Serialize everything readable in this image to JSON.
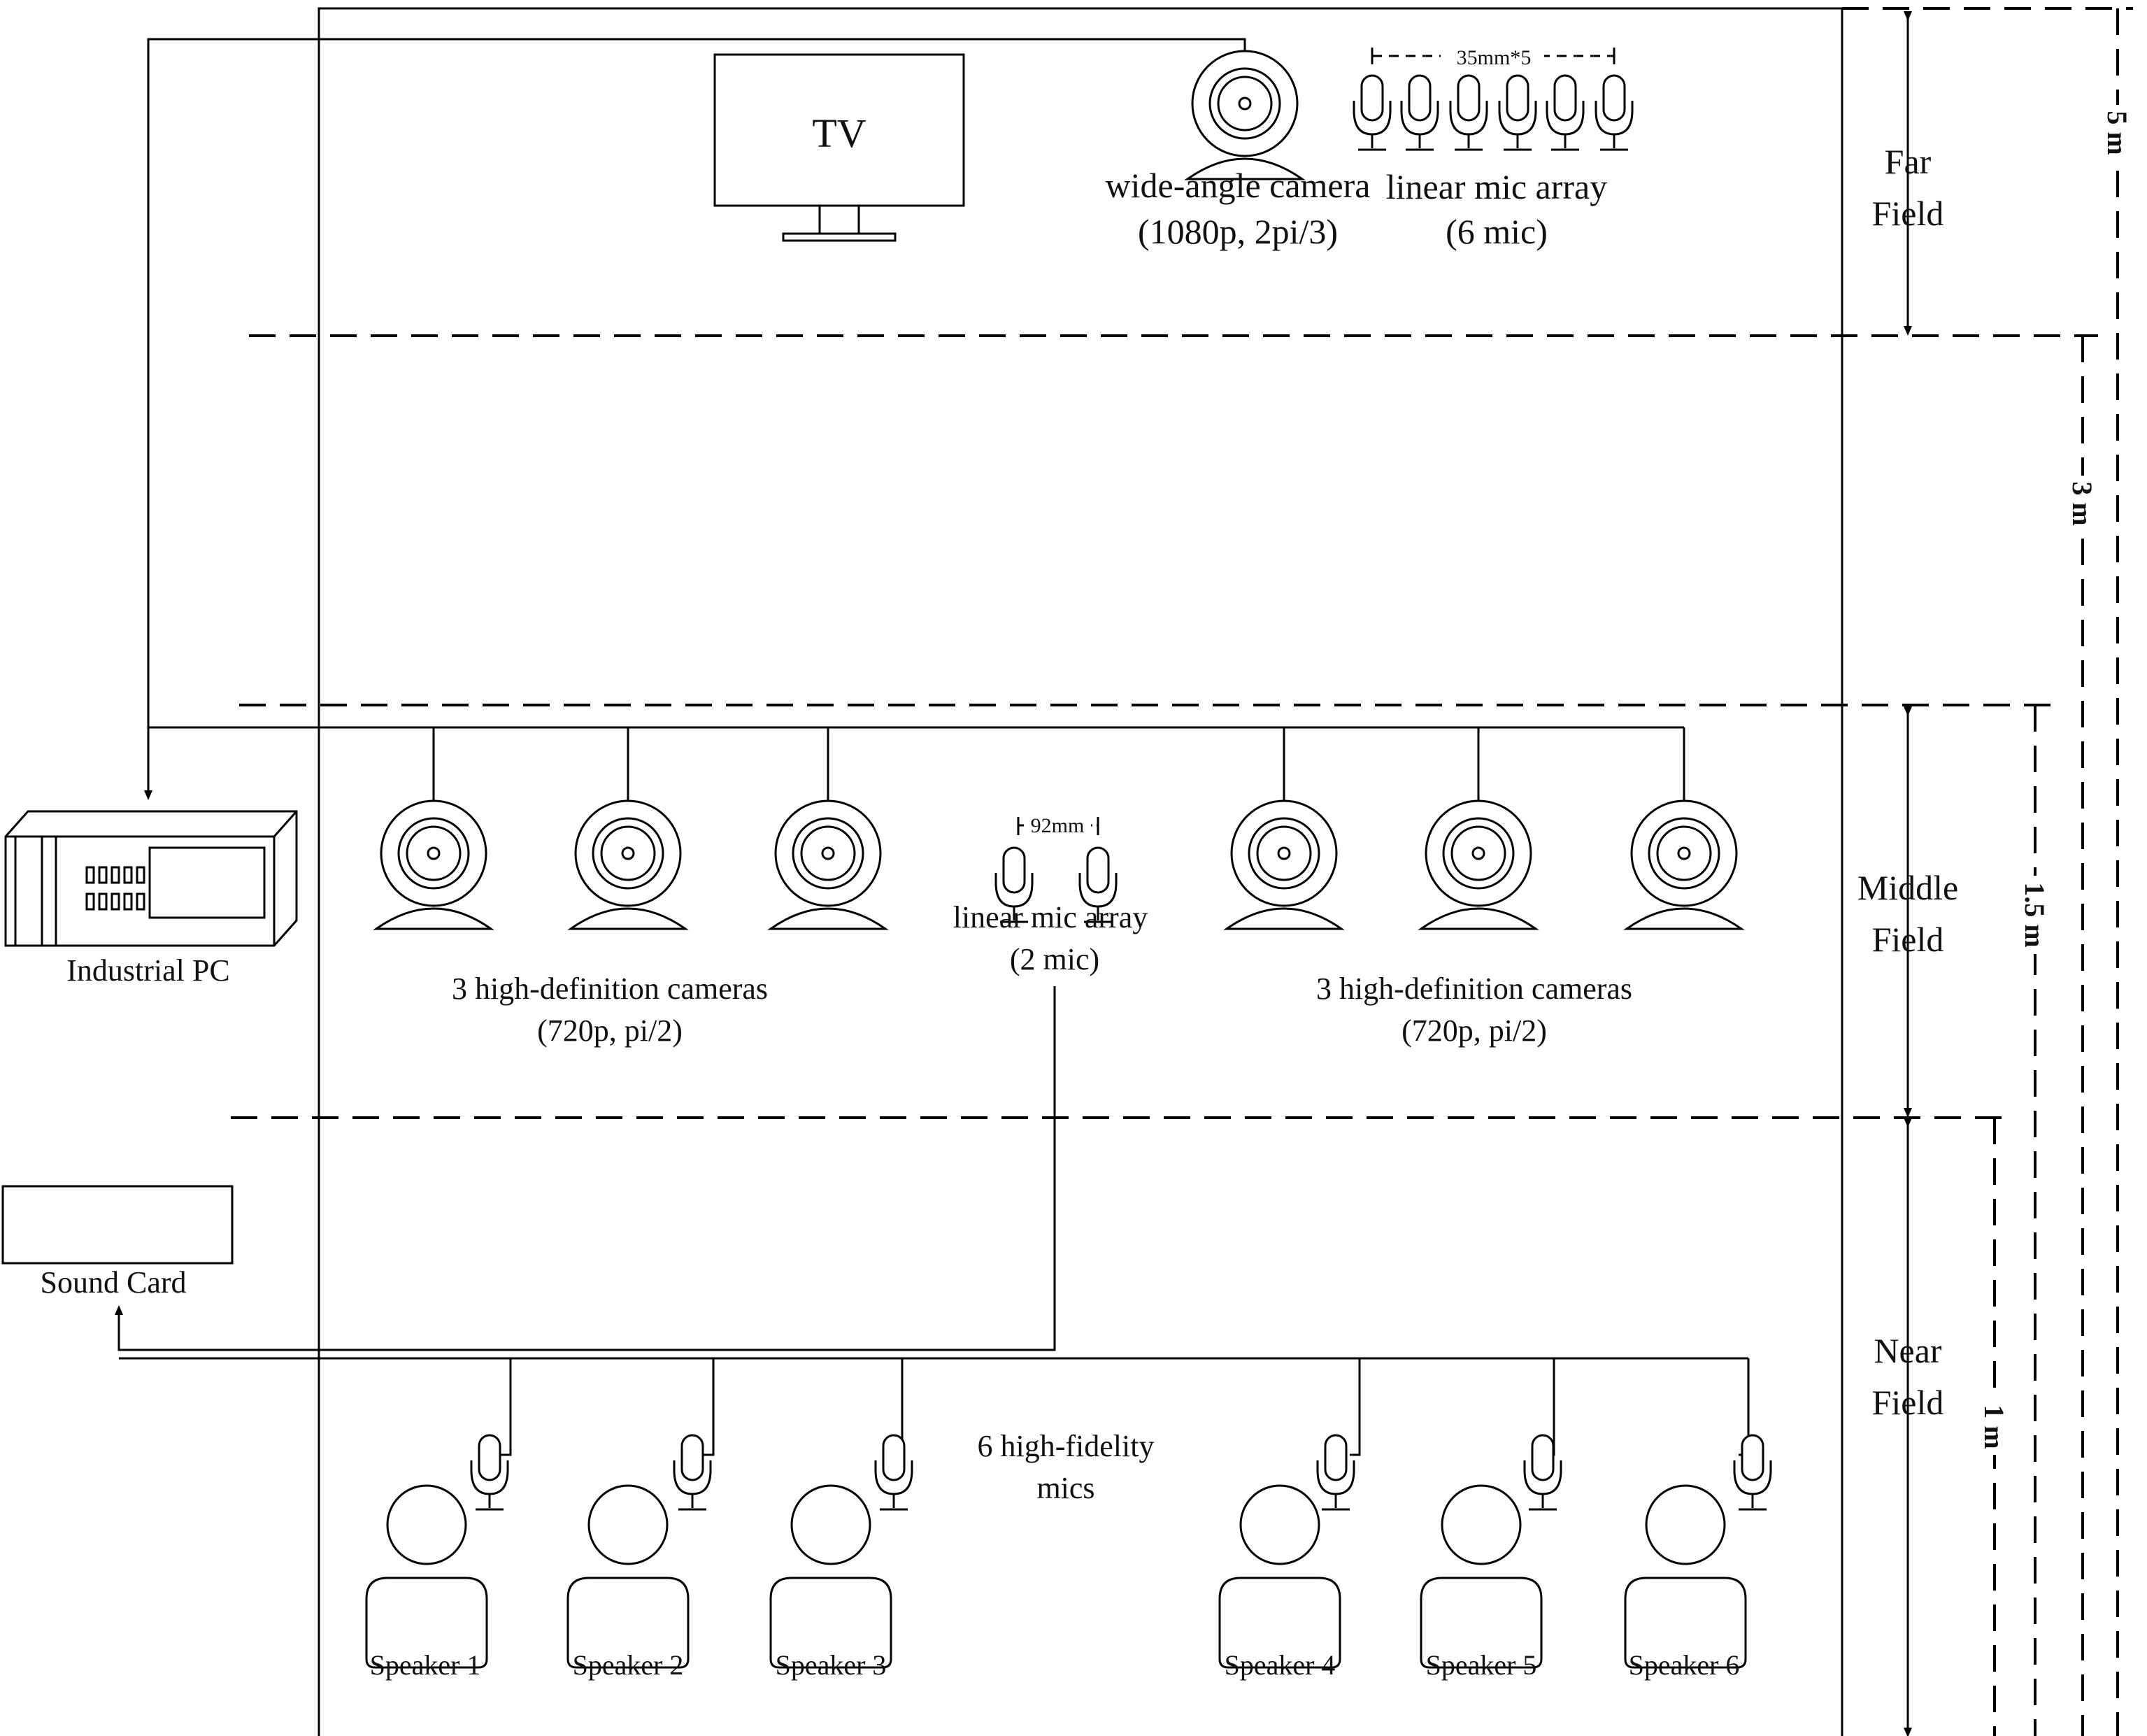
{
  "devices": {
    "tv_label": "TV",
    "wide_camera": {
      "line1": "wide-angle camera",
      "line2": "(1080p, 2pi/3)"
    },
    "far_mic_array": {
      "line1": "linear mic array",
      "line2": "(6 mic)",
      "spacing": "35mm*5"
    },
    "middle_mic_array": {
      "line1": "linear mic array",
      "line2": "(2 mic)",
      "spacing": "92mm"
    },
    "cameras_left": {
      "line1": "3 high-definition cameras",
      "line2": "(720p, pi/2)"
    },
    "cameras_right": {
      "line1": "3 high-definition cameras",
      "line2": "(720p, pi/2)"
    },
    "industrial_pc": "Industrial PC",
    "sound_card": "Sound Card",
    "near_mics": {
      "line1": "6 high-fidelity",
      "line2": "mics"
    }
  },
  "speakers": [
    "Speaker 1",
    "Speaker 2",
    "Speaker 3",
    "Speaker 4",
    "Speaker 5",
    "Speaker 6"
  ],
  "zones": {
    "far": {
      "line1": "Far",
      "line2": "Field"
    },
    "middle": {
      "line1": "Middle",
      "line2": "Field"
    },
    "near": {
      "line1": "Near",
      "line2": "Field"
    }
  },
  "dimensions": {
    "total": "5 m",
    "far_to_mid": "3 m",
    "middle": "1.5 m",
    "near": "1 m"
  }
}
